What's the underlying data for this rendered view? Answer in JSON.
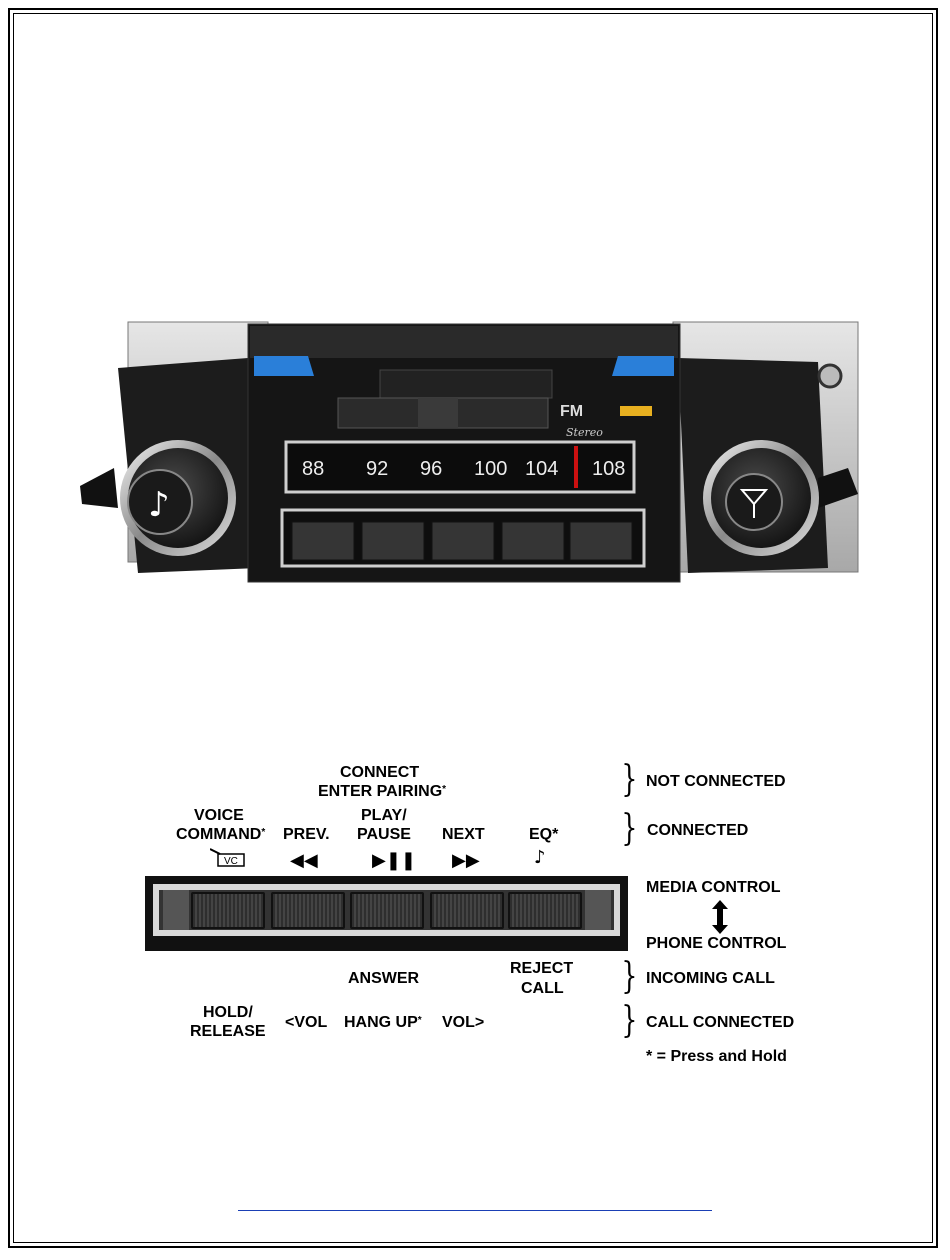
{
  "radio_photo": {
    "band": "FM",
    "script_logo": "Stereo",
    "dial_numbers": [
      "88",
      "92",
      "96",
      "100",
      "104",
      "108"
    ]
  },
  "diagram": {
    "top_labels": {
      "connect": "CONNECT",
      "enter_pairing": "ENTER PAIRING",
      "voice": "VOICE",
      "command": "COMMAND",
      "prev": "PREV.",
      "play": "PLAY/",
      "pause": "PAUSE",
      "next": "NEXT",
      "eq": "EQ*"
    },
    "star": "*",
    "vc_icon_text": "VC",
    "bottom_labels": {
      "answer": "ANSWER",
      "reject": "REJECT",
      "call": "CALL",
      "hold": "HOLD/",
      "release": "RELEASE",
      "vol_down": "<VOL",
      "hang_up": "HANG UP",
      "vol_up": "VOL>"
    },
    "right_labels": {
      "not_connected": "NOT CONNECTED",
      "connected": "CONNECTED",
      "media_control": "MEDIA CONTROL",
      "phone_control": "PHONE CONTROL",
      "incoming_call": "INCOMING CALL",
      "call_connected": "CALL CONNECTED",
      "footnote": "* = Press and Hold"
    },
    "icons": [
      "voice-command-icon",
      "rewind-icon",
      "play-pause-icon",
      "fast-forward-icon",
      "music-note-icon"
    ]
  },
  "colors": {
    "tab_blue": "#2a7fd9",
    "indicator_amber": "#e8b020",
    "needle_red": "#cc1010",
    "link_blue": "#1a3fb5"
  }
}
